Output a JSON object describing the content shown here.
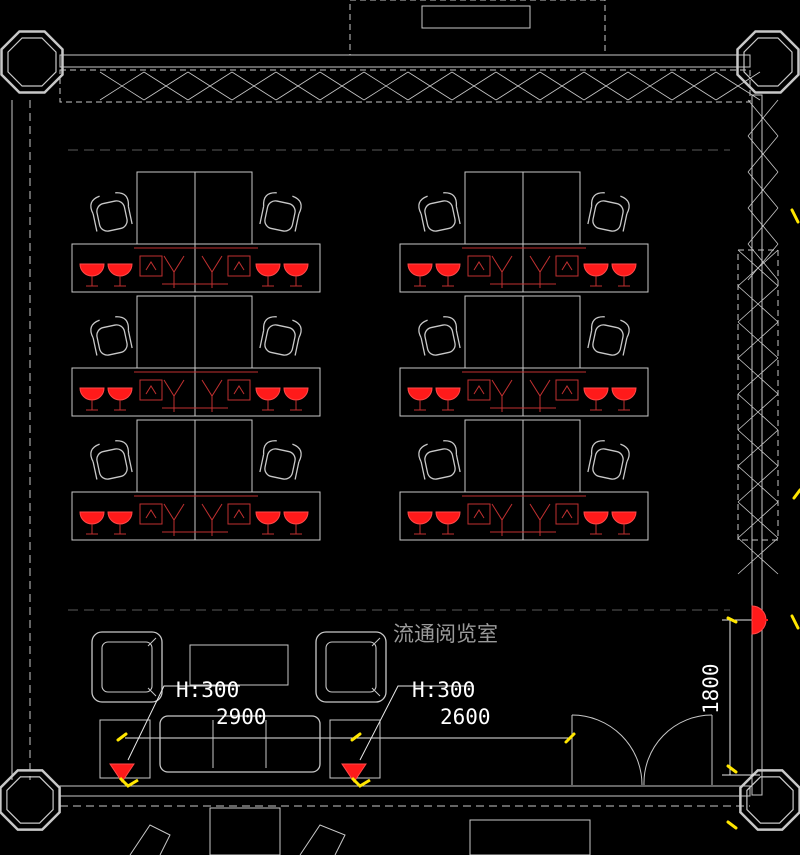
{
  "title": "流通阅览室",
  "colors": {
    "background": "#000000",
    "line": "#c8c8c8",
    "dim": "#e8e8e8",
    "socket": "#ff1a1a",
    "socket_outline": "#ff4a4a",
    "marker": "#ffe600",
    "wire": "#c03030"
  },
  "annotations": {
    "left_height": "H:300",
    "right_height": "H:300",
    "dim_left": "2900",
    "dim_right": "2600",
    "dim_vertical": "1800"
  },
  "workstation_rows": 3,
  "workstation_groups": 2,
  "sockets_per_side": 2
}
